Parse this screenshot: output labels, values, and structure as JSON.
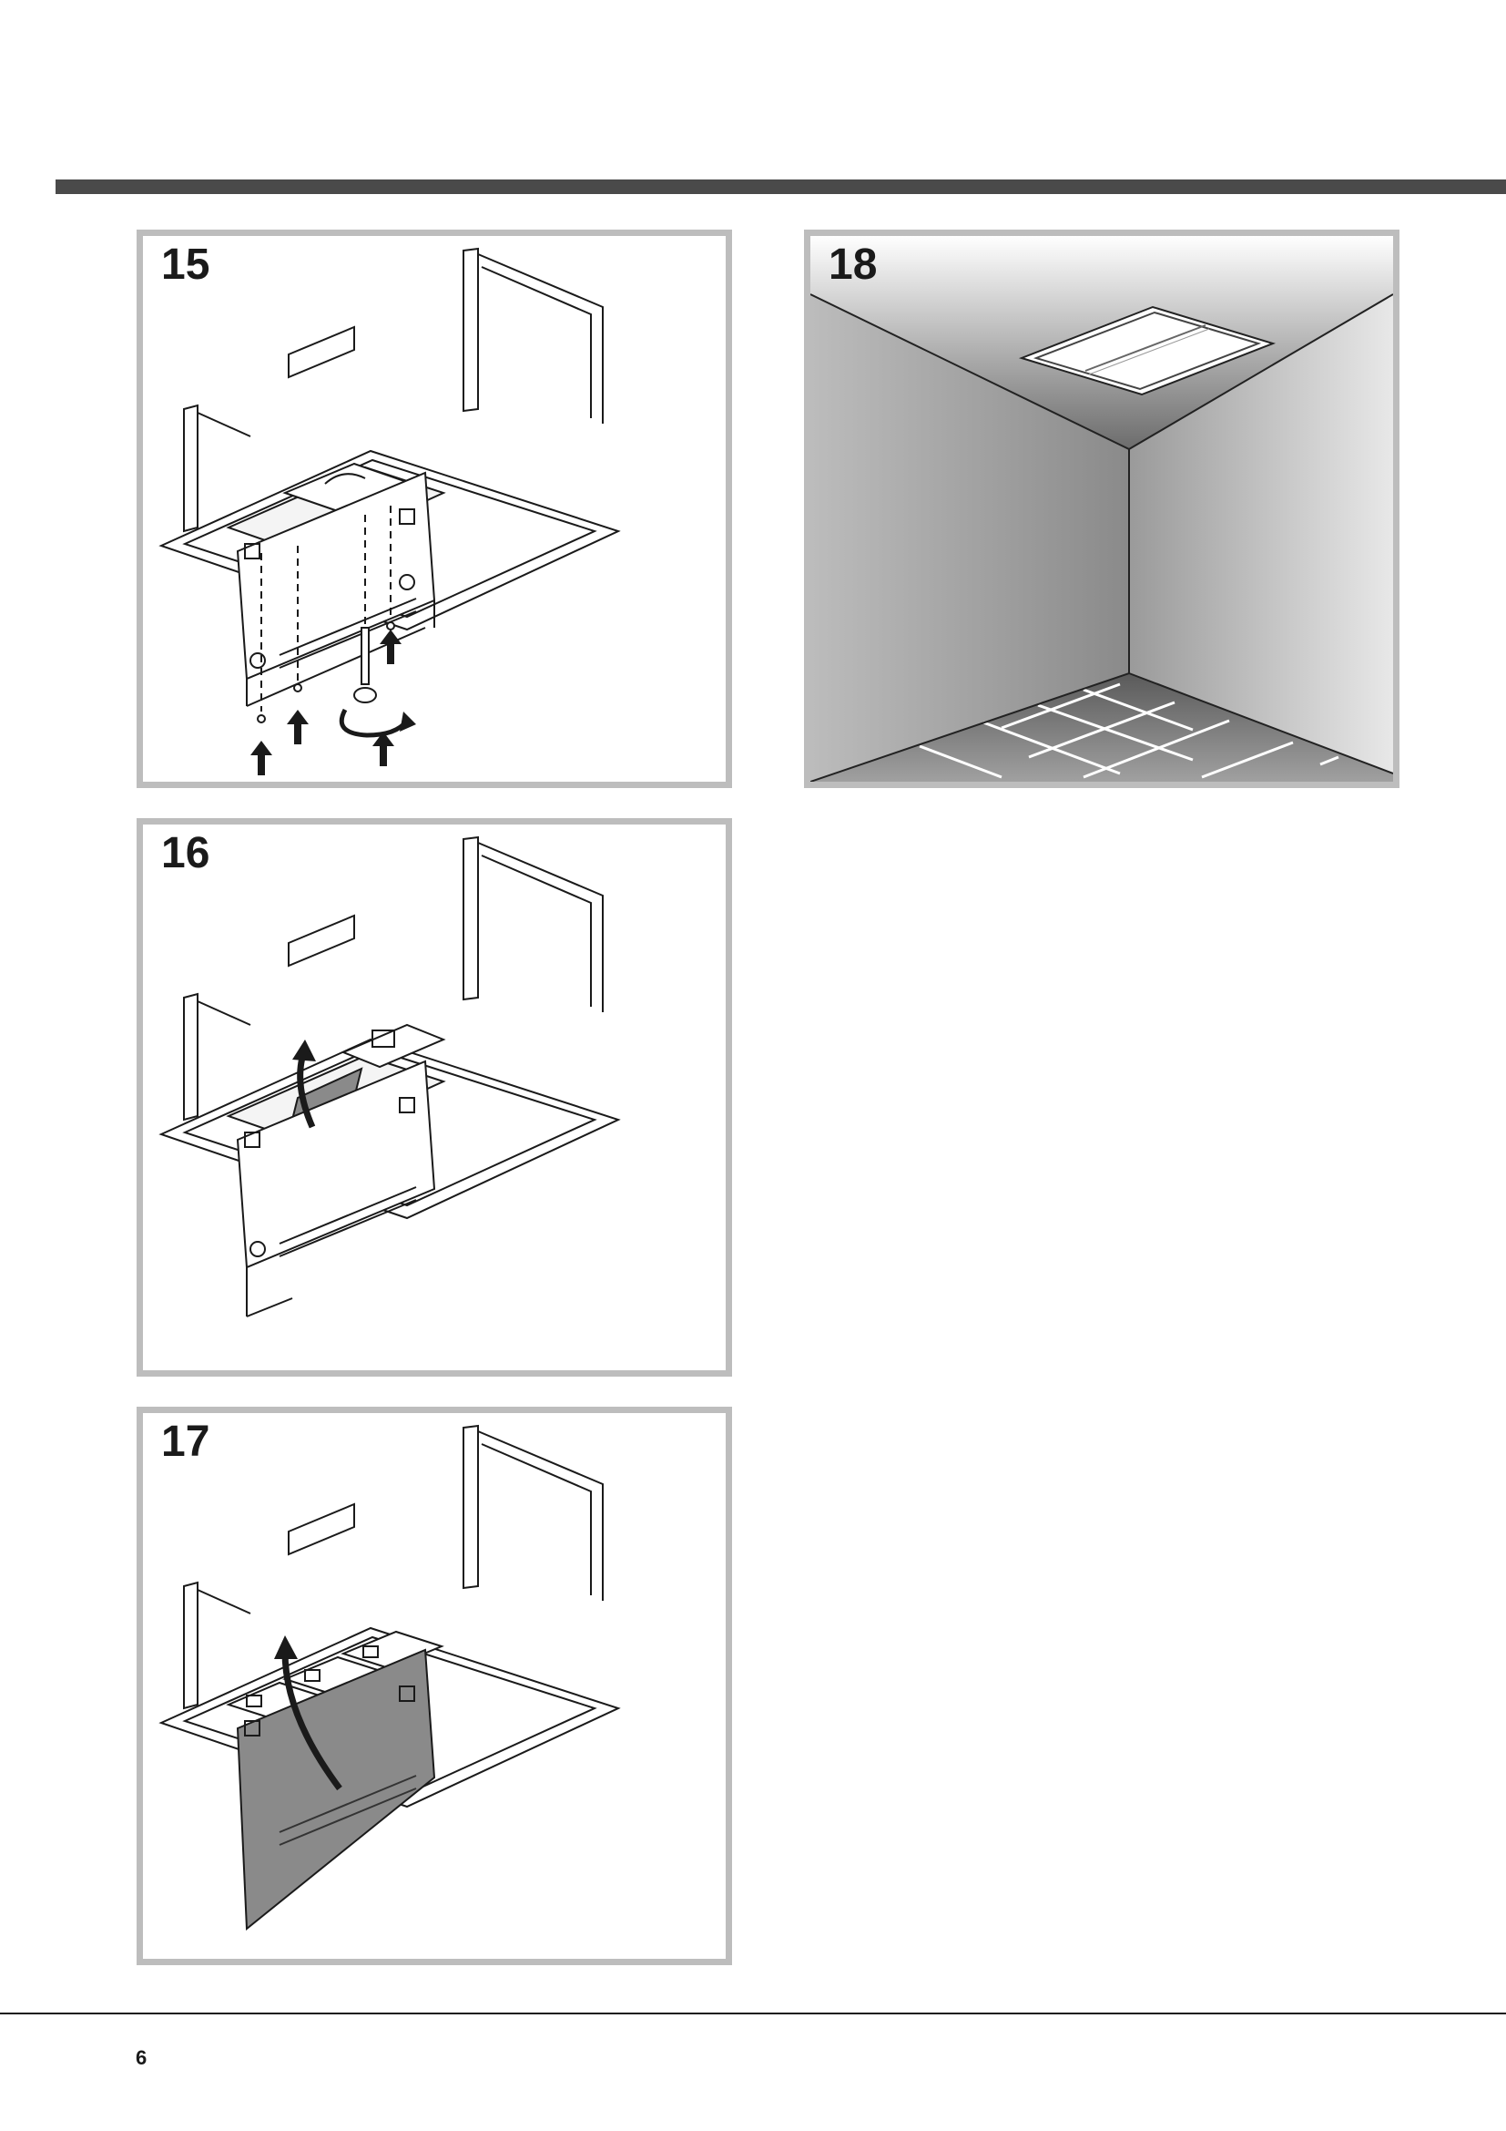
{
  "figures": {
    "fig15": {
      "number": "15"
    },
    "fig16": {
      "number": "16"
    },
    "fig17": {
      "number": "17"
    },
    "fig18": {
      "number": "18"
    }
  },
  "footer": {
    "page_number": "6"
  },
  "colors": {
    "header_bar": "#4a4a4a",
    "panel_border": "#bdbdbd",
    "filter_panel_fill": "#8a8a8a"
  }
}
